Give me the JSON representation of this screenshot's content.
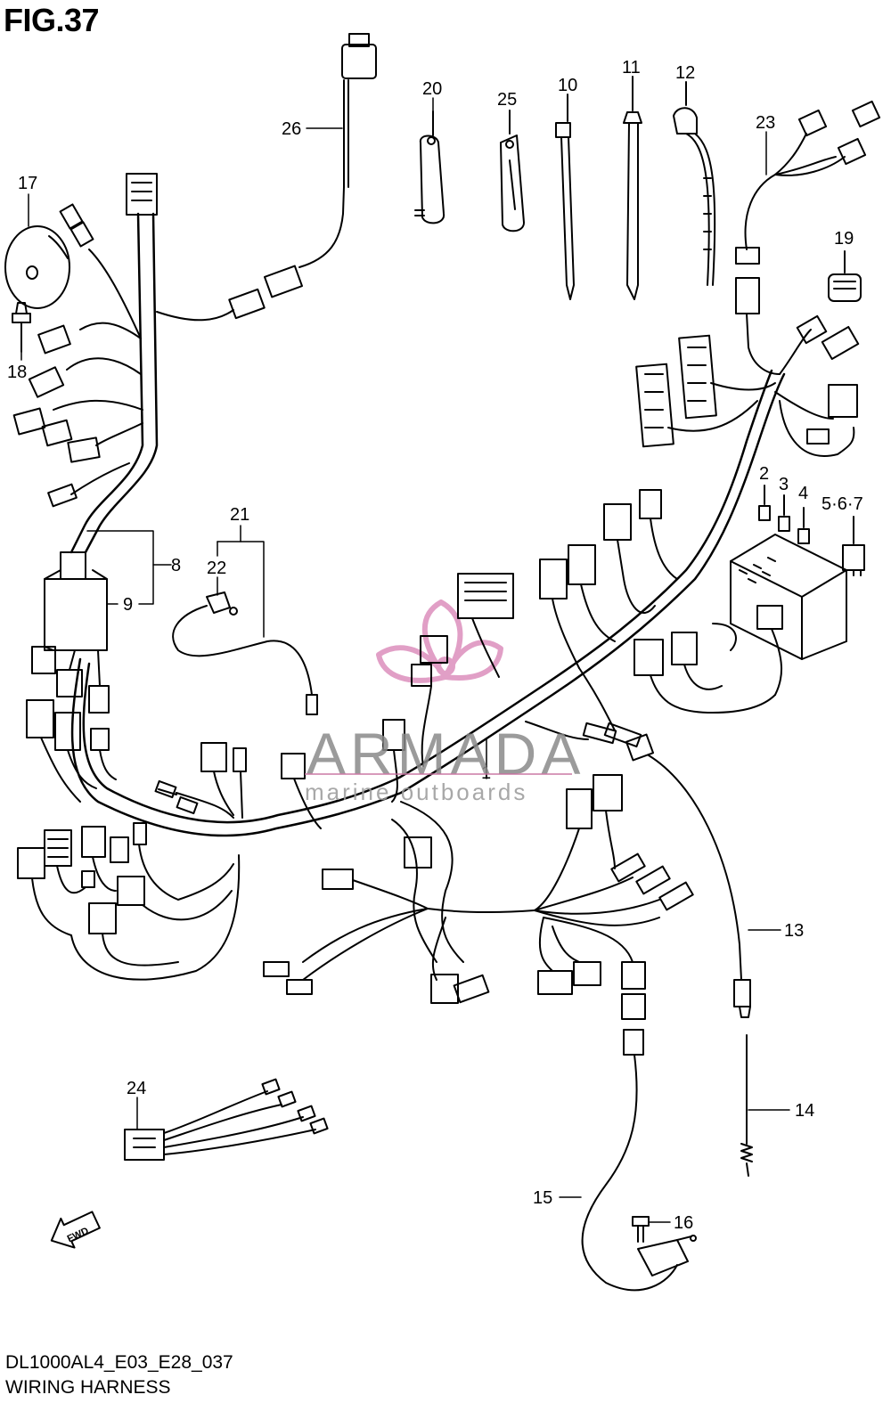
{
  "figure": {
    "title": "FIG.37",
    "code": "DL1000AL4_E03_E28_037",
    "caption": "WIRING HARNESS"
  },
  "watermark": {
    "name": "ARMADA",
    "subtitle": "marine outboards",
    "accent_color": "#d77fb3"
  },
  "direction_marker": {
    "label": "FWD"
  },
  "callouts": [
    {
      "id": "1",
      "label": "1"
    },
    {
      "id": "2",
      "label": "2"
    },
    {
      "id": "3",
      "label": "3"
    },
    {
      "id": "4",
      "label": "4"
    },
    {
      "id": "5-6-7",
      "label": "5·6·7"
    },
    {
      "id": "8",
      "label": "8"
    },
    {
      "id": "9",
      "label": "9"
    },
    {
      "id": "10",
      "label": "10"
    },
    {
      "id": "11",
      "label": "11"
    },
    {
      "id": "12",
      "label": "12"
    },
    {
      "id": "13",
      "label": "13"
    },
    {
      "id": "14",
      "label": "14"
    },
    {
      "id": "15",
      "label": "15"
    },
    {
      "id": "16",
      "label": "16"
    },
    {
      "id": "17",
      "label": "17"
    },
    {
      "id": "18",
      "label": "18"
    },
    {
      "id": "19",
      "label": "19"
    },
    {
      "id": "20",
      "label": "20"
    },
    {
      "id": "21",
      "label": "21"
    },
    {
      "id": "22",
      "label": "22"
    },
    {
      "id": "23",
      "label": "23"
    },
    {
      "id": "24",
      "label": "24"
    },
    {
      "id": "25",
      "label": "25"
    },
    {
      "id": "26",
      "label": "26"
    }
  ]
}
